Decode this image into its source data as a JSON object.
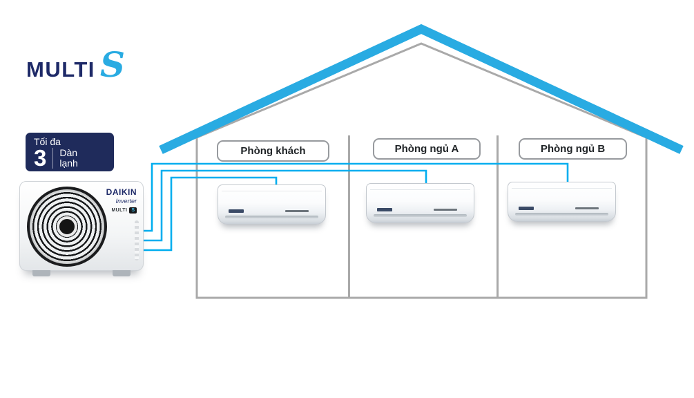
{
  "brand": {
    "multi": "MULTI",
    "s": "S"
  },
  "capacity_badge": {
    "prefix": "Tối đa",
    "number": "3",
    "unit_top": "Dàn",
    "unit_bottom": "lạnh"
  },
  "outdoor_unit": {
    "brand": "DAIKIN",
    "inverter": "Inverter",
    "series": "MULTI",
    "series_badge": "S"
  },
  "rooms": [
    {
      "label": "Phòng khách"
    },
    {
      "label": "Phòng ngủ A"
    },
    {
      "label": "Phòng ngủ B"
    }
  ],
  "colors": {
    "roof_blue": "#29abe2",
    "pipe_cyan": "#00aeef",
    "outline_gray": "#a9a9a9",
    "brand_navy": "#1e2a68",
    "badge_navy": "#1f2b5b"
  }
}
